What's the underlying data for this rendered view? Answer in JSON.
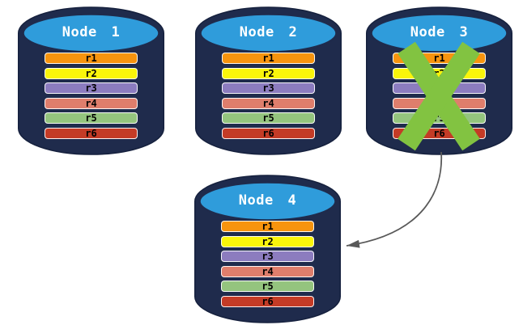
{
  "palette": {
    "background": "#FFFFFF",
    "cylinder_body": "#1F2B4C",
    "cylinder_outline": "#16213E",
    "cylinder_top": "#2F9CDB",
    "title_color": "#FFFFFF",
    "row_label_color": "#000000"
  },
  "nodes": [
    {
      "title": "Node 1",
      "rows": [
        {
          "label": "r1",
          "color": "#F7940E"
        },
        {
          "label": "r2",
          "color": "#FAF50A"
        },
        {
          "label": "r3",
          "color": "#8C7CBF"
        },
        {
          "label": "r4",
          "color": "#DF7E6C"
        },
        {
          "label": "r5",
          "color": "#94C47E"
        },
        {
          "label": "r6",
          "color": "#C43B26"
        }
      ]
    },
    {
      "title": "Node 2",
      "rows": [
        {
          "label": "r1",
          "color": "#F7940E"
        },
        {
          "label": "r2",
          "color": "#FAF50A"
        },
        {
          "label": "r3",
          "color": "#8C7CBF"
        },
        {
          "label": "r4",
          "color": "#DF7E6C"
        },
        {
          "label": "r5",
          "color": "#94C47E"
        },
        {
          "label": "r6",
          "color": "#C43B26"
        }
      ]
    },
    {
      "title": "Node 3",
      "rows": [
        {
          "label": "r1",
          "color": "#F7940E"
        },
        {
          "label": "r2",
          "color": "#FAF50A"
        },
        {
          "label": "r3",
          "color": "#8C7CBF"
        },
        {
          "label": "r4",
          "color": "#DF7E6C"
        },
        {
          "label": "r5",
          "color": "#94C47E"
        },
        {
          "label": "r6",
          "color": "#C43B26"
        }
      ]
    },
    {
      "title": "Node 4",
      "rows": [
        {
          "label": "r1",
          "color": "#F7940E"
        },
        {
          "label": "r2",
          "color": "#FAF50A"
        },
        {
          "label": "r3",
          "color": "#8C7CBF"
        },
        {
          "label": "r4",
          "color": "#DF7E6C"
        },
        {
          "label": "r5",
          "color": "#94C47E"
        },
        {
          "label": "r6",
          "color": "#C43B26"
        }
      ]
    }
  ],
  "annotations": {
    "failure_mark": {
      "type": "x-cross",
      "on_node": "Node 3",
      "color": "#82C341"
    },
    "arrow": {
      "from": "Node 3",
      "to": "Node 4",
      "style": "curved",
      "color": "#595959"
    }
  }
}
